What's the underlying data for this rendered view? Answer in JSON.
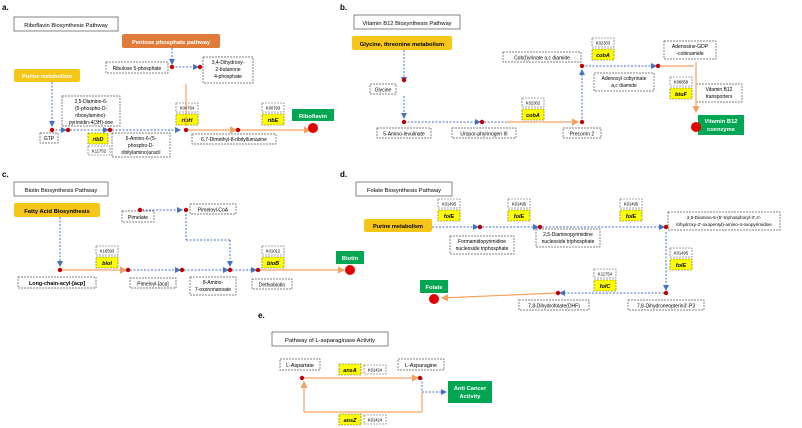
{
  "colors": {
    "blue": "#4472c4",
    "orange": "#f4a261",
    "red": "#c00000",
    "green": "#00a651",
    "yellow": "#ffff00",
    "gold": "#f5c518",
    "orangebox": "#e07b39"
  },
  "panel_a": {
    "letter": "a.",
    "title": "Riboflavin Biosynthesis Pathway",
    "pentose": "Pentose phosphate pathway",
    "purine": "Purine metabolism",
    "ribulose": "Ribulose 5-phosphate",
    "dihydroxy": [
      "3,4-Dihydroxy-",
      "2-butanone",
      "4-phosphate"
    ],
    "diamino": [
      "2,5-Diamino-6-",
      "(5-phospho-D-",
      "ribosylamino)-",
      "pyrimidin-4(3H)-one"
    ],
    "gtp": "GTP",
    "ribd": "ribD",
    "k11752": "K11752",
    "amino": [
      "5-Amino-6-(5-",
      "phospho-D-",
      "ribitylamino)uracil"
    ],
    "k00794": "K00794",
    "ribh": "ribH",
    "k00793": "K00793",
    "ribe": "ribE",
    "lumazine": "6,7-Dimethyl-8-ribityllumazine",
    "riboflavin": "Riboflavin"
  },
  "panel_b": {
    "letter": "b.",
    "title": "Vitamin B12 Biosynthesis Pathway",
    "glycine_met": "Glycine, threonine metabolism",
    "cob_diamide": "Cob(I)yrinate a,c diamide",
    "k02303": "K02303",
    "coba1": "cobA",
    "adenosine": [
      "Adenosine-GDP",
      "-cobinamide"
    ],
    "adenosyl": [
      "Adenosyl cobyrinate",
      "a,c diamide"
    ],
    "k06858": "K06858",
    "btuf": "btuF",
    "vitb12": [
      "Vitamin B12",
      "transporters"
    ],
    "glycine": "Glycine",
    "k02302": "K02302",
    "coba2": "cobA",
    "aminolev": "5-Amino-levulinate",
    "uropor": "Uropor-phyrinogen III",
    "precorrin": "Precorrin 2",
    "coenzyme": [
      "Vitamin B12",
      "coenzyme"
    ]
  },
  "panel_c": {
    "letter": "c.",
    "title": "Biotin Biosynthesis Pathway",
    "fatty": "Fatty Acid Biosynthesis",
    "pimelate": "Pimelate",
    "pimcoa": "Pimeloyl-CoA",
    "k16593": "K16593",
    "bioi": "bioI",
    "k01012": "K01012",
    "biob": "bioB",
    "longchain": "Long-chain-acyl-[acp]",
    "pimacp": "Pimeloyl-[acp]",
    "aminooxo": [
      "8-Amino-",
      "7-oxononanoate"
    ],
    "dethio": "Dethiobiotin",
    "biotin": "Biotin"
  },
  "panel_d": {
    "letter": "d.",
    "title": "Folate Biosynthesis Pathway",
    "k01495": "K01495",
    "fole1": "folE",
    "k01495b": "K01495",
    "fole2": "folE",
    "k01495c": "K01495",
    "fole3": "folE",
    "purine": "Purine metabolism",
    "diaminopyr": [
      "2,5-Diaminopyrimidine",
      "nucleoside triphosphate"
    ],
    "formamido": [
      "Formamidopyrimidine",
      "nucleoside triphosphate"
    ],
    "longname": [
      "2,5-Diamino-6-(5'-triphosphoryl-3',4'-",
      "trihydroxy-2'-oxopentyl)-amino-4-oxopyrimidine"
    ],
    "k01495d": "K01495",
    "fole4": "folE",
    "k11754": "K11754",
    "folc": "folC",
    "folate": "Folate",
    "dhf": "7,8-Dihydrofolate(DHF)",
    "neopterin": "7,8-Dihydroneopterin3'-P3"
  },
  "panel_e": {
    "letter": "e.",
    "title": "Pathway of L-asparaginase Activity",
    "aspartate": "L-Aspartate",
    "asparagine": "L-Asparagine",
    "ansa": "ansA",
    "k01424a": "K01424",
    "ansz": "ansZ",
    "k01424b": "K01424",
    "anticancer": [
      "Anti Cancer",
      "Activity"
    ]
  }
}
